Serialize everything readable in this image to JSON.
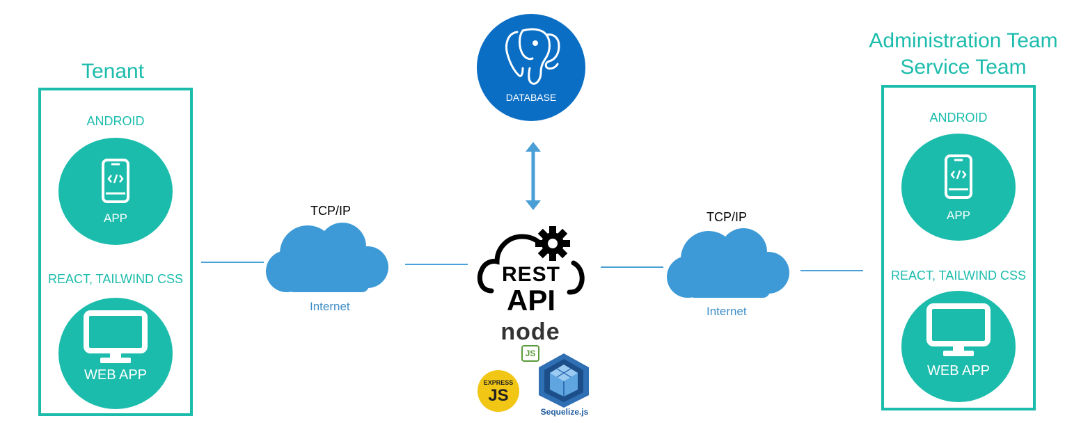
{
  "tenant": {
    "title": "Tenant",
    "android_label": "ANDROID",
    "app_label": "APP",
    "web_label": "REACT, TAILWIND CSS",
    "webapp_label": "WEB APP"
  },
  "admin": {
    "title_line1": "Administration Team",
    "title_line2": "Service Team",
    "android_label": "ANDROID",
    "app_label": "APP",
    "web_label": "REACT, TAILWIND CSS",
    "webapp_label": "WEB APP"
  },
  "left_network": {
    "protocol": "TCP/IP",
    "cloud_label": "Internet"
  },
  "right_network": {
    "protocol": "TCP/IP",
    "cloud_label": "Internet"
  },
  "database": {
    "label": "DATABASE"
  },
  "api": {
    "line1": "REST",
    "line2": "API",
    "node_text": "node",
    "node_sub": "JS",
    "express_line1": "EXPRESS",
    "express_line2": "JS",
    "sequelize_label": "Sequelize.js"
  },
  "colors": {
    "teal": "#1cbcac",
    "cloud_blue": "#3e9ad6",
    "db_blue": "#0a6ec4",
    "arrow_blue": "#4a9ed6",
    "node_green": "#5a9a3a",
    "express_yellow": "#f2c615"
  }
}
